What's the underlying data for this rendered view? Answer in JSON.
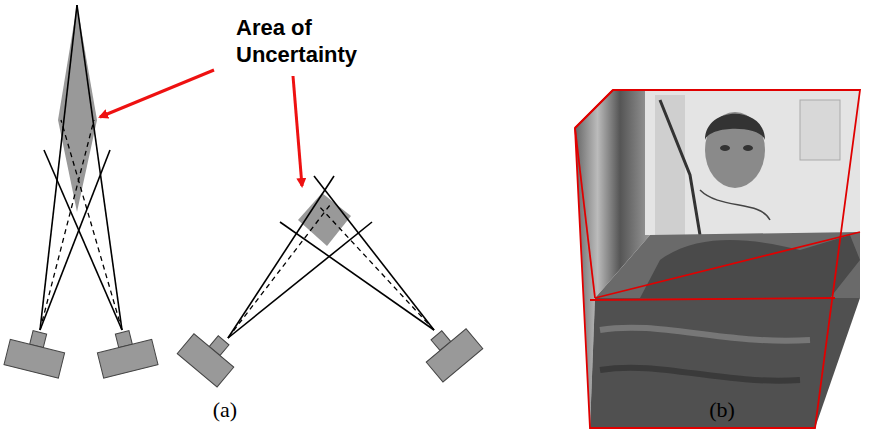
{
  "diagram": {
    "labels": [
      "Area of Uncertainty",
      "(a)",
      "(b)"
    ]
  }
}
